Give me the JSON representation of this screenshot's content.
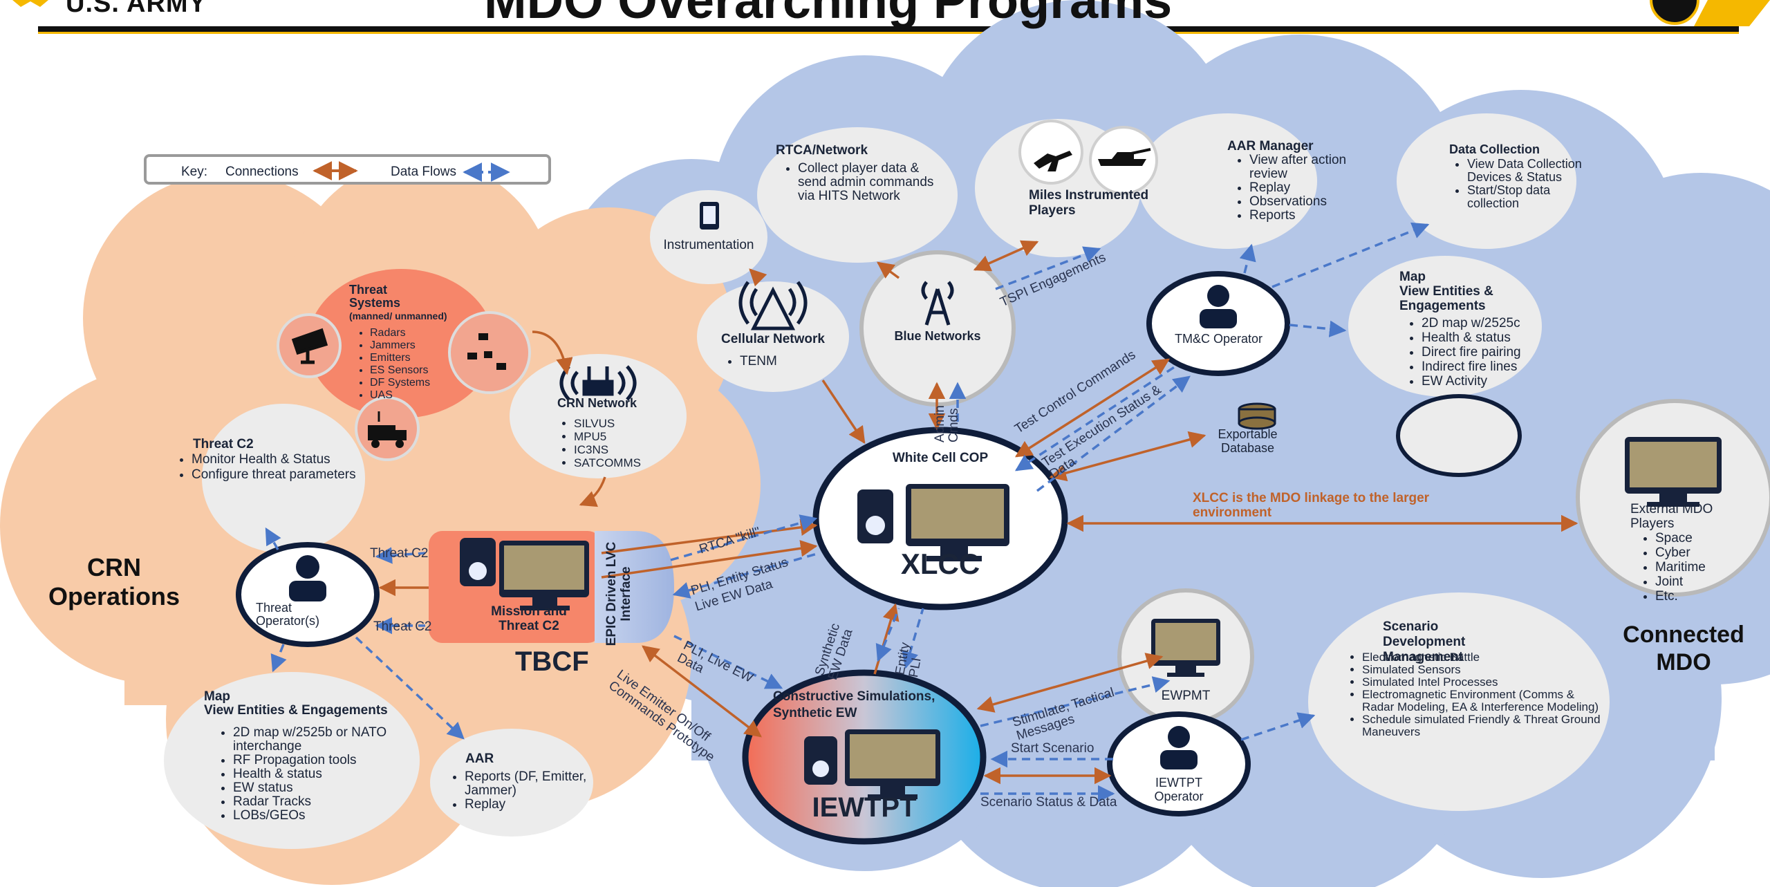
{
  "header": {
    "logo_text": "U.S. ARMY",
    "title": "MDO Overarching Programs"
  },
  "key": {
    "label": "Key:",
    "connections": "Connections",
    "data_flows": "Data Flows"
  },
  "clouds": {
    "crn_operations": "CRN Operations",
    "crn_operations_line1": "CRN",
    "crn_operations_line2": "Operations",
    "connected_mdo_line1": "Connected",
    "connected_mdo_line2": "MDO"
  },
  "threat_systems": {
    "title_line1": "Threat",
    "title_line2": "Systems",
    "subtitle": "(manned/ unmanned)",
    "items": [
      "Radars",
      "Jammers",
      "Emitters",
      "ES Sensors",
      "DF Systems",
      "UAS"
    ]
  },
  "crn_network": {
    "title": "CRN Network",
    "items": [
      "SILVUS",
      "MPU5",
      "IC3NS",
      "SATCOMMS"
    ]
  },
  "threat_c2": {
    "title": "Threat C2",
    "items": [
      "Monitor Health & Status",
      "Configure threat parameters"
    ]
  },
  "threat_operator": {
    "label": "Threat Operator(s)"
  },
  "map_left": {
    "title": "Map",
    "subtitle": "View Entities & Engagements",
    "items": [
      "2D map w/2525b or NATO interchange",
      "RF Propagation tools",
      "Health & status",
      "EW status",
      "Radar Tracks",
      "LOBs/GEOs"
    ]
  },
  "aar_left": {
    "title": "AAR",
    "items": [
      "Reports (DF, Emitter, Jammer)",
      "Replay"
    ]
  },
  "tbcf": {
    "mission_label": "Mission and Threat C2",
    "interface_label": "EPIC Driven LVC Interface",
    "name": "TBCF"
  },
  "instrumentation": {
    "label": "Instrumentation"
  },
  "cellular_network": {
    "title": "Cellular Network",
    "items": [
      "TENM"
    ]
  },
  "rtca": {
    "title": "RTCA/Network",
    "items": [
      "Collect player data & send admin commands via HITS Network"
    ]
  },
  "blue_networks": {
    "label": "Blue Networks"
  },
  "miles": {
    "label": "Miles Instrumented Players"
  },
  "aar_manager": {
    "title": "AAR Manager",
    "items": [
      "View after action review",
      "Replay",
      "Observations",
      "Reports"
    ]
  },
  "data_collection": {
    "title": "Data Collection",
    "items": [
      "View Data Collection Devices & Status",
      "Start/Stop data collection"
    ]
  },
  "tmc_operator": {
    "label": "TM&C Operator"
  },
  "map_right": {
    "title": "Map",
    "subtitle": "View Entities & Engagements",
    "items": [
      "2D map w/2525c",
      "Health & status",
      "Direct fire pairing",
      "Indirect fire lines",
      "EW Activity"
    ]
  },
  "exportable_db": {
    "label": "Exportable Database"
  },
  "xlcc": {
    "top_label": "White Cell COP",
    "name": "XLCC"
  },
  "xlcc_linkage": {
    "text": "XLCC is the MDO linkage to the larger environment"
  },
  "external_mdo": {
    "title": "External MDO Players",
    "items": [
      "Space",
      "Cyber",
      "Maritime",
      "Joint",
      "Etc."
    ]
  },
  "iewtpt": {
    "top_label": "Constructive Simulations, Synthetic EW",
    "name": "IEWTPT"
  },
  "ewpmt": {
    "label": "EWPMT"
  },
  "iewtpt_operator": {
    "label": "IEWTPT Operator"
  },
  "scenario_dev": {
    "title": "Scenario Development Management",
    "items": [
      "Electromagnetic Battle",
      "Simulated Sensors",
      "Simulated Intel Processes",
      "Electromagnetic Environment (Comms & Radar Modeling, EA & Interference Modeling)",
      "Schedule simulated Friendly & Threat Ground Maneuvers"
    ]
  },
  "flow_labels": {
    "tspi": "TSPI Engagements",
    "admin_cmds": "Admin Cmds",
    "test_control": "Test Control Commands",
    "test_execution": "Test Execution Status & Data",
    "rtca_kill": "RTCA \"kill\"",
    "pli_entity": "PLI, Entity Status",
    "live_ew": "Live EW Data",
    "threat_c2_top": "Threat C2",
    "threat_c2_bottom": "Threat C2",
    "pli_live_ew": "PLI, Live EW Data",
    "live_emitter": "Live Emitter On/Off Commands Prototype",
    "synthetic_ew": "Synthetic EW Data",
    "entity_pli": "Entity PLI",
    "stimulate": "Stimulate, Tactical Messages",
    "start_scenario": "Start Scenario",
    "scenario_status": "Scenario Status & Data"
  },
  "colors": {
    "peach_cloud": "#f8cba8",
    "blue_cloud": "#b4c6e7",
    "bubble_gray": "#ececec",
    "threat_red": "#f6866a",
    "navy": "#17223b",
    "connection_orange": "#c0622a",
    "dataflow_blue": "#4a78c9",
    "gold": "#f5b800"
  }
}
